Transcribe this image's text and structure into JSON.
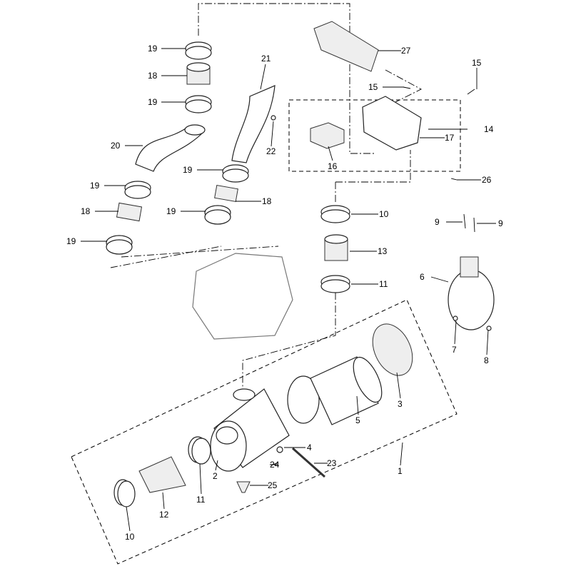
{
  "diagram": {
    "type": "exploded-parts-diagram",
    "callouts": [
      "19",
      "18",
      "19",
      "20",
      "21",
      "22",
      "19",
      "19",
      "18",
      "18",
      "19",
      "19",
      "27",
      "15",
      "15",
      "14",
      "17",
      "16",
      "26",
      "10",
      "13",
      "11",
      "9",
      "9",
      "6",
      "7",
      "8",
      "4",
      "24",
      "23",
      "25",
      "3",
      "5",
      "1",
      "2",
      "11",
      "12",
      "10"
    ]
  }
}
